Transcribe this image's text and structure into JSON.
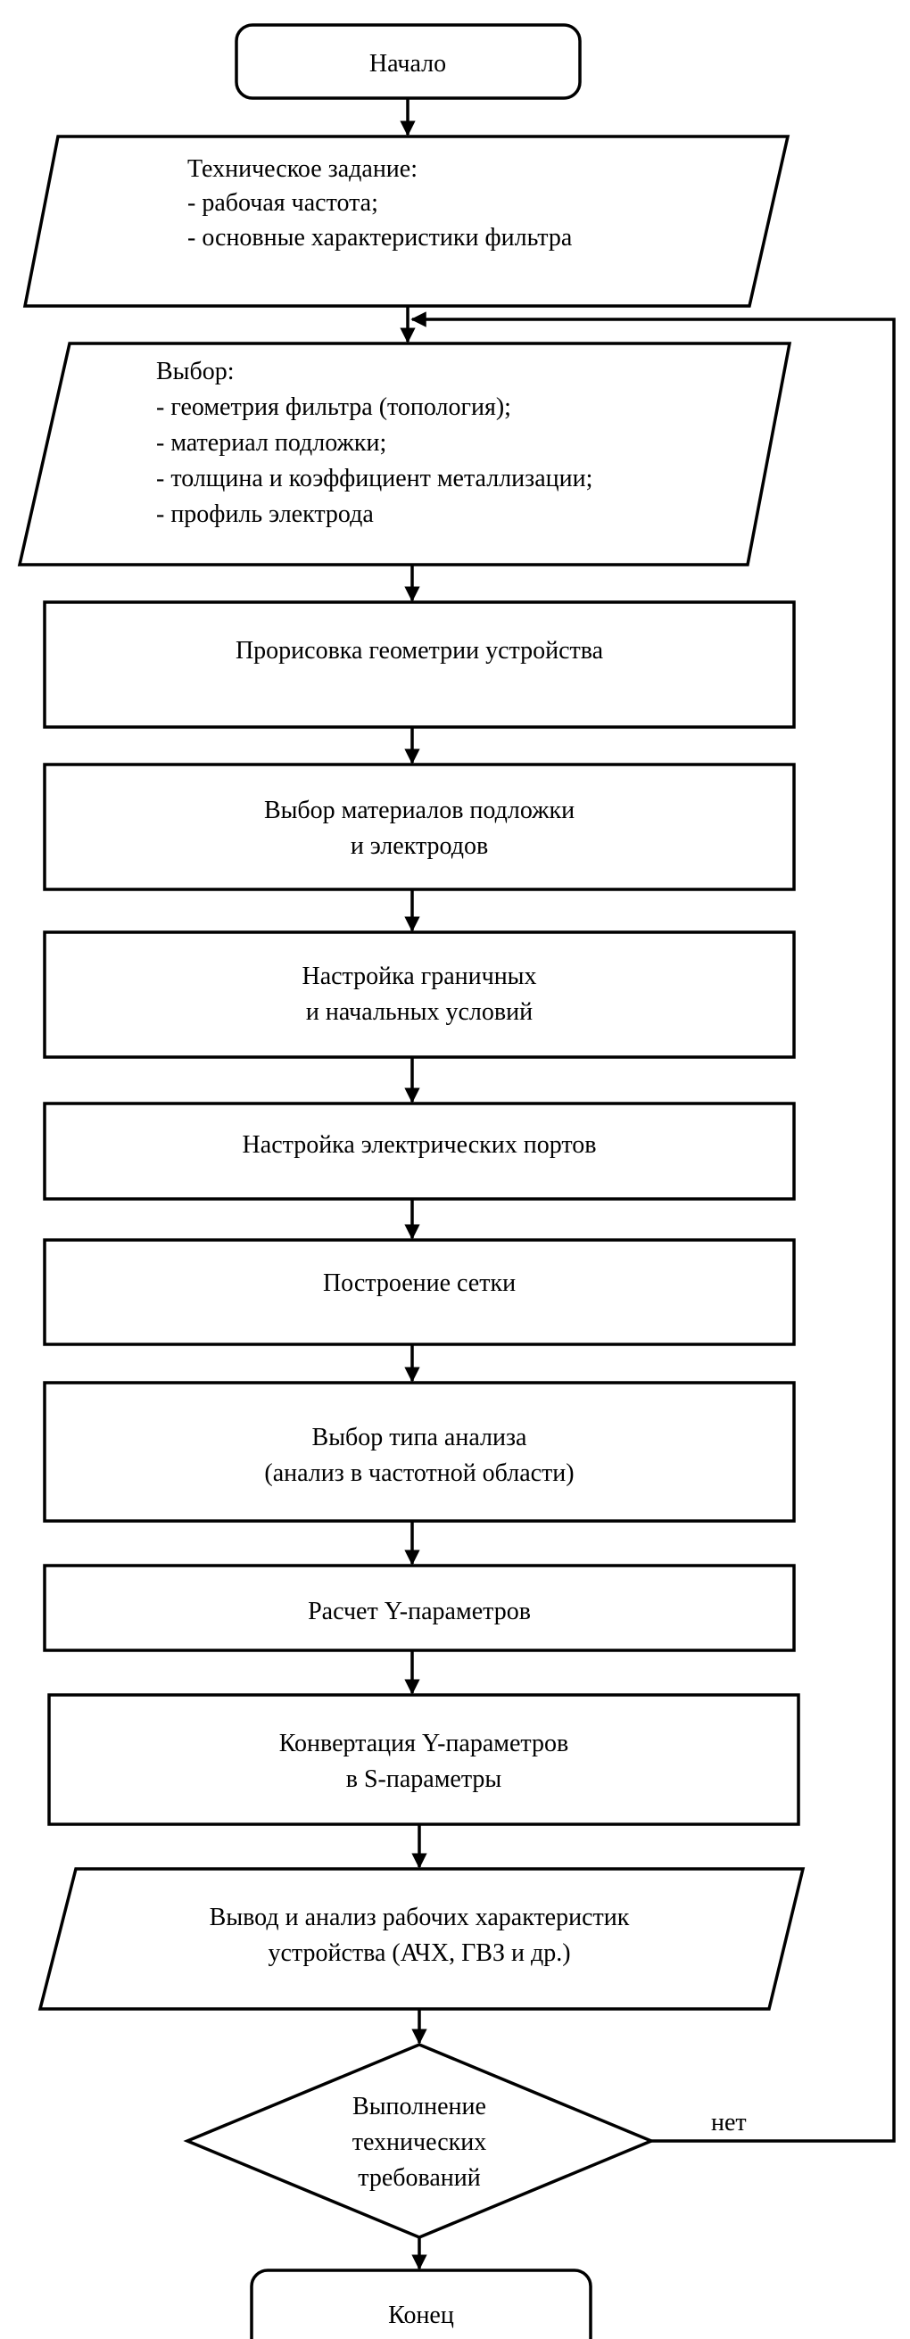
{
  "flowchart": {
    "start": "Начало",
    "spec": {
      "title": "Техническое задание:",
      "items": [
        "- рабочая частота;",
        "- основные характеристики фильтра"
      ]
    },
    "choice": {
      "title": "Выбор:",
      "items": [
        "- геометрия фильтра (топология);",
        "- материал подложки;",
        "- толщина и коэффициент металлизации;",
        "- профиль электрода"
      ]
    },
    "steps": {
      "draw_geometry": [
        "Прорисовка геометрии устройства"
      ],
      "select_materials": [
        "Выбор материалов подложки",
        "и электродов"
      ],
      "boundary_conditions": [
        "Настройка граничных",
        "и начальных условий"
      ],
      "electric_ports": [
        "Настройка электрических портов"
      ],
      "mesh": [
        "Построение сетки"
      ],
      "analysis_type": [
        "Выбор типа анализа",
        "(анализ в частотной области)"
      ],
      "y_params": [
        "Расчет Y-параметров"
      ],
      "convert": [
        "Конвертация Y-параметров",
        "в S-параметры"
      ]
    },
    "output": [
      "Вывод и анализ рабочих характеристик",
      "устройства (АЧХ, ГВЗ и др.)"
    ],
    "decision": [
      "Выполнение",
      "технических",
      "требований"
    ],
    "no_label": "нет",
    "end": "Конец"
  }
}
